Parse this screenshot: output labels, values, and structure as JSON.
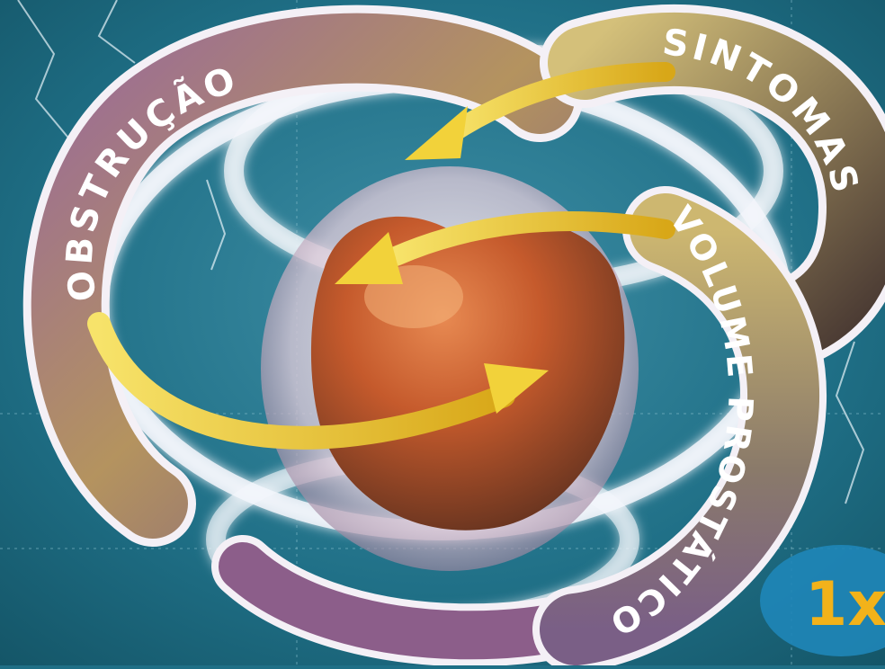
{
  "labels": {
    "obstruction": "OBSTRUÇÃO",
    "symptoms": "SINTOMAS",
    "volume": "VOLUME PROSTÁTICO"
  },
  "badge": {
    "text": "1x"
  },
  "colors": {
    "background": "#1f6f86",
    "obstruction_band": "#8c5e8a",
    "symptoms_band": "#b8a25a",
    "volume_band": "#c2ad6a",
    "arrow": "#f2d23a",
    "prostate": "#c0552a",
    "badge_bg": "#1f86b8",
    "badge_text": "#f2b21a",
    "label_text": "#ffffff"
  },
  "icons": [
    "prostate-illustration",
    "curved-arrow"
  ]
}
